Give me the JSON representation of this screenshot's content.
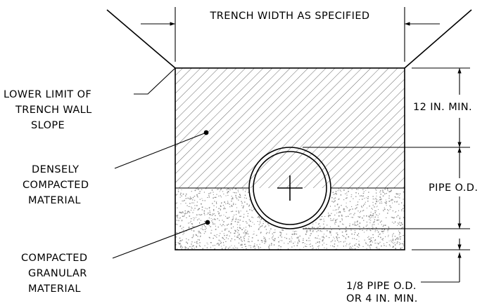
{
  "labels": {
    "trench_width": "TRENCH WIDTH AS SPECIFIED",
    "lower_limit": [
      "LOWER LIMIT OF",
      "TRENCH WALL",
      "SLOPE"
    ],
    "densely": [
      "DENSELY",
      "COMPACTED",
      "MATERIAL"
    ],
    "granular": [
      "COMPACTED",
      "GRANULAR",
      "MATERIAL"
    ],
    "twelve_in": "12 IN. MIN.",
    "pipe_od": "PIPE O.D.",
    "bedding": [
      "1/8 PIPE O.D.",
      "OR 4 IN. MIN."
    ]
  },
  "colors": {
    "line": "#000000",
    "background": "#ffffff",
    "stipple": "#8a8a8a"
  }
}
